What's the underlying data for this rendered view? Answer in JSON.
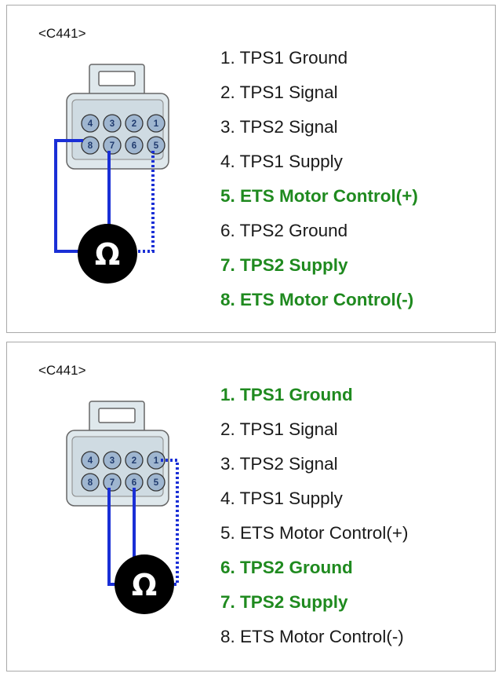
{
  "colors": {
    "highlight": "#1f8a1f",
    "wire": "#1a2fd6",
    "connector_fill": "#dfe8ec",
    "pin_fill": "#9fb6d0"
  },
  "icons": {
    "meter": "ohmmeter-icon",
    "connector": "connector-icon"
  },
  "panels": [
    {
      "connector_label": "<C441>",
      "ohm_symbol": "Ω",
      "pin_numbers": [
        "4",
        "3",
        "2",
        "1",
        "8",
        "7",
        "6",
        "5"
      ],
      "pins": [
        {
          "label": "1. TPS1 Ground",
          "highlighted": false
        },
        {
          "label": "2. TPS1 Signal",
          "highlighted": false
        },
        {
          "label": "3. TPS2 Signal",
          "highlighted": false
        },
        {
          "label": "4. TPS1 Supply",
          "highlighted": false
        },
        {
          "label": "5. ETS Motor Control(+)",
          "highlighted": true
        },
        {
          "label": "6. TPS2 Ground",
          "highlighted": false
        },
        {
          "label": "7. TPS2 Supply",
          "highlighted": true
        },
        {
          "label": "8. ETS Motor Control(-)",
          "highlighted": true
        }
      ],
      "probe_pins": {
        "solid": [
          "8",
          "7"
        ],
        "dotted": [
          "5"
        ]
      }
    },
    {
      "connector_label": "<C441>",
      "ohm_symbol": "Ω",
      "pin_numbers": [
        "4",
        "3",
        "2",
        "1",
        "8",
        "7",
        "6",
        "5"
      ],
      "pins": [
        {
          "label": "1. TPS1 Ground",
          "highlighted": true
        },
        {
          "label": "2. TPS1 Signal",
          "highlighted": false
        },
        {
          "label": "3. TPS2 Signal",
          "highlighted": false
        },
        {
          "label": "4. TPS1 Supply",
          "highlighted": false
        },
        {
          "label": "5. ETS Motor Control(+)",
          "highlighted": false
        },
        {
          "label": "6. TPS2 Ground",
          "highlighted": true
        },
        {
          "label": "7. TPS2 Supply",
          "highlighted": true
        },
        {
          "label": "8. ETS Motor Control(-)",
          "highlighted": false
        }
      ],
      "probe_pins": {
        "solid": [
          "7",
          "6"
        ],
        "dotted": [
          "1"
        ]
      }
    }
  ]
}
